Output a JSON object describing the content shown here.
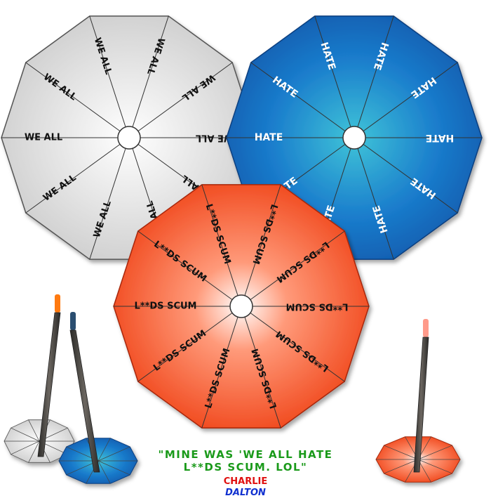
{
  "spinners": [
    {
      "id": "white",
      "segment_labels": [
        "WE ALL",
        "WE ALL",
        "WE ALL",
        "WE ALL",
        "WE ALL",
        "WE ALL",
        "WE ALL",
        "WE ALL",
        "WE ALL",
        "WE ALL"
      ]
    },
    {
      "id": "blue",
      "segment_labels": [
        "HATE",
        "HATE",
        "HATE",
        "HATE",
        "HATE",
        "HATE",
        "HATE",
        "HATE",
        "HATE",
        "HATE"
      ]
    },
    {
      "id": "red",
      "segment_labels": [
        "L**DS SCUM",
        "L**DS SCUM",
        "L**DS SCUM",
        "L**DS SCUM",
        "L**DS SCUM",
        "L**DS SCUM",
        "L**DS SCUM",
        "L**DS SCUM",
        "L**DS SCUM",
        "L**DS SCUM"
      ]
    }
  ],
  "caption": {
    "quote_line1": "\"MINE WAS 'WE ALL HATE",
    "quote_line2": "L**DS SCUM. LOL\"",
    "name_first": "CHARLIE",
    "name_last": "DALTON"
  },
  "colors": {
    "white_disc": "#d6d6d6",
    "blue_disc": "#1670c4",
    "red_disc": "#f04a1c",
    "quote": "#1a9a1a",
    "first_name": "#e01010",
    "last_name": "#1030d0"
  }
}
